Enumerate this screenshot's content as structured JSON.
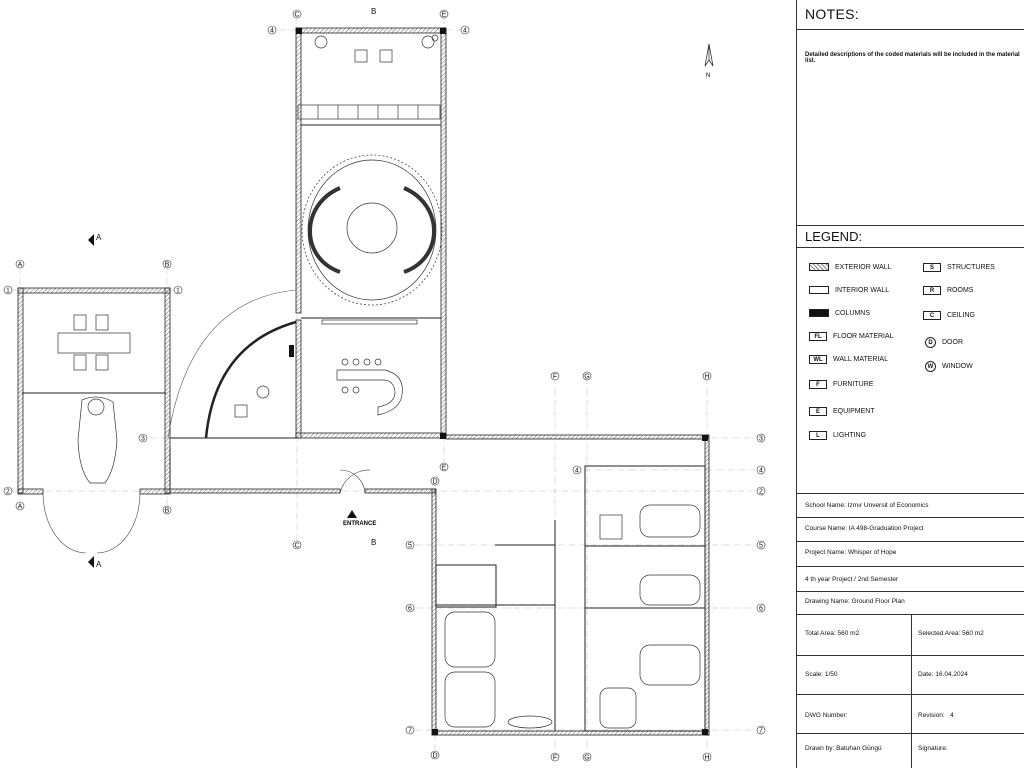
{
  "panel": {
    "notes_title": "NOTES:",
    "notes_text": "Detailed descriptions of the coded materials will be included in the material list.",
    "legend_title": "LEGEND:",
    "legend": [
      {
        "label": "EXTERIOR WALL",
        "symbol": "hatch"
      },
      {
        "label": "INTERIOR WALL",
        "symbol": "outline"
      },
      {
        "label": "COLUMNS",
        "symbol": "solid"
      },
      {
        "label": "FLOOR MATERIAL",
        "symbol": "FL"
      },
      {
        "label": "WALL MATERIAL",
        "symbol": "WL"
      },
      {
        "label": "FURNITURE",
        "symbol": "F"
      },
      {
        "label": "EQUIPMENT",
        "symbol": "E"
      },
      {
        "label": "LIGHTING",
        "symbol": "L"
      }
    ],
    "legend_right": [
      {
        "label": "STRUCTURES",
        "symbol": "S"
      },
      {
        "label": "ROOMS",
        "symbol": "R"
      },
      {
        "label": "CEILING",
        "symbol": "C"
      },
      {
        "label": "DOOR",
        "symbol": "D"
      },
      {
        "label": "WINDOW",
        "symbol": "W"
      }
    ],
    "school": "School Name: Izmır Unversit of Economics",
    "course": "Course Name: IA 498-Graduation Project",
    "project": "Project Name: Whisper of Hope",
    "year": "4 th year Project / 2nd Semester",
    "drawing": "Drawing Name: Ground Floor Plan",
    "total_area": "Total Area: 560 m2",
    "selected_area": "Selected Area: 560 m2",
    "scale": "Scale: 1/50",
    "date": "Date: 16.04.2024",
    "dwg": "DWG Number:",
    "revision": "Revision:",
    "revision_no": "4",
    "drawn_by": "Drawn by: Batuhan Güngü",
    "signature": "Signature:"
  },
  "plan": {
    "north": "N",
    "entrance": "ENTRANCE",
    "section_labels": [
      "A",
      "A",
      "B",
      "B"
    ],
    "grid_letters": [
      "A",
      "B",
      "C",
      "D",
      "E",
      "F",
      "G",
      "H"
    ],
    "grid_numbers": [
      "1",
      "2",
      "3",
      "4",
      "5",
      "6",
      "7"
    ],
    "colors": {
      "line": "#222222",
      "hatch": "#777777",
      "column": "#111111"
    }
  }
}
